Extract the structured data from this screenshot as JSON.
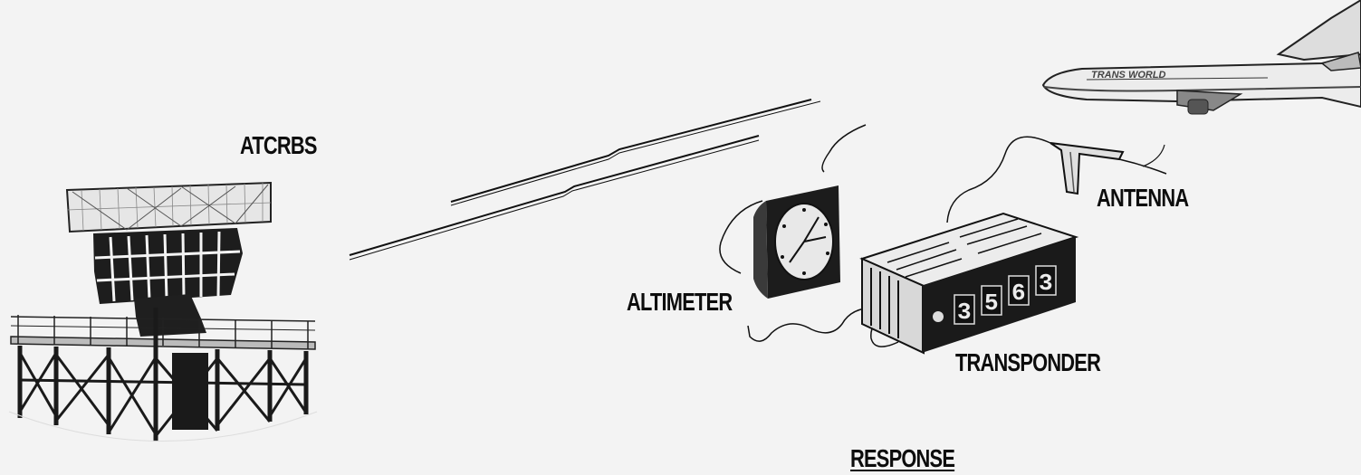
{
  "labels": {
    "system": "ATCRBS",
    "antenna": "ANTENNA",
    "altimeter": "ALTIMETER",
    "transponder": "TRANSPONDER",
    "response": "RESPONSE"
  },
  "transponder_code": [
    "3",
    "5",
    "6",
    "3"
  ],
  "aircraft_livery": "TRANS WORLD",
  "colors": {
    "background": "#f3f3f3",
    "ink": "#0d0d0d",
    "panel": "#1a1a1a"
  }
}
